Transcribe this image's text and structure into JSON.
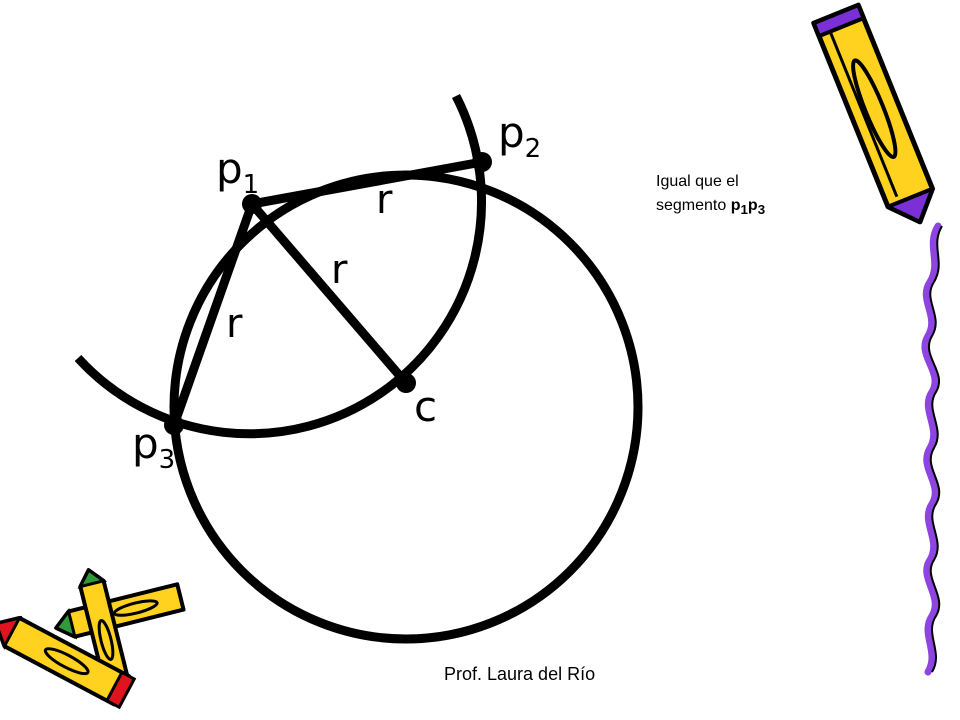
{
  "labels": {
    "p1": {
      "base": "p",
      "sub": "1"
    },
    "p2": {
      "base": "p",
      "sub": "2"
    },
    "p3": {
      "base": "p",
      "sub": "3"
    },
    "c": "c",
    "r_top": "r",
    "r_mid": "r",
    "r_left": "r"
  },
  "note": {
    "line1": "Igual que el",
    "line2_prefix": "segmento ",
    "seg": {
      "p1": "p",
      "s1": "1",
      "p2": "p",
      "s2": "3"
    }
  },
  "footer": "Prof. Laura del Río",
  "colors": {
    "stroke": "#000000",
    "pencil_yellow": "#FFD21F",
    "pencil_purple": "#7B2FD6",
    "pencil_red": "#E0141E",
    "pencil_green": "#2E9A3A",
    "vine_purple": "#8E44E0"
  }
}
